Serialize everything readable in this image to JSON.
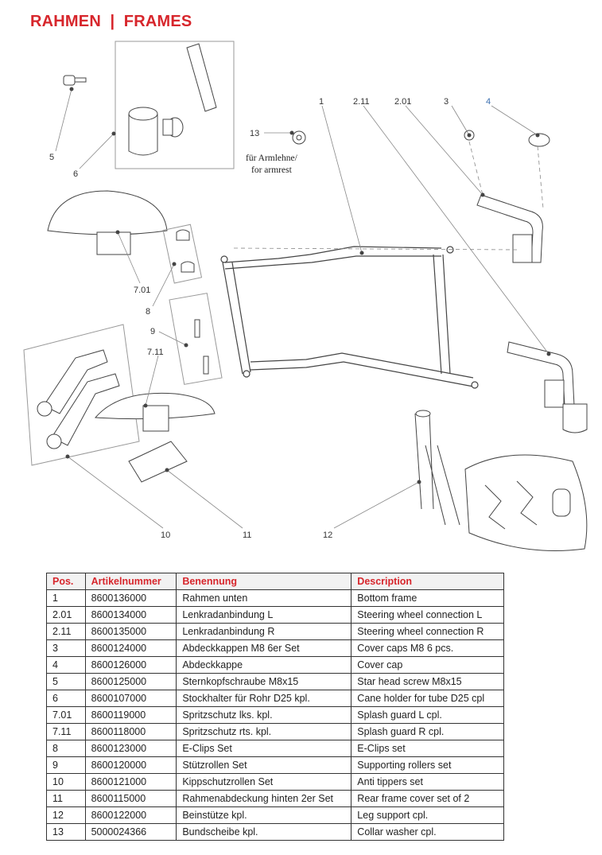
{
  "title": "RAHMEN  |  FRAMES",
  "diagram": {
    "note_lines": [
      "für Armlehne/",
      "for armrest"
    ],
    "callouts": [
      "1",
      "2.11",
      "2.01",
      "3",
      "4",
      "5",
      "6",
      "7.01",
      "7.11",
      "8",
      "9",
      "10",
      "11",
      "12",
      "13"
    ]
  },
  "table": {
    "headers": [
      "Pos.",
      "Artikelnummer",
      "Benennung",
      "Description"
    ],
    "rows": [
      [
        "1",
        "8600136000",
        "Rahmen unten",
        "Bottom frame"
      ],
      [
        "2.01",
        "8600134000",
        "Lenkradanbindung L",
        "Steering wheel connection L"
      ],
      [
        "2.11",
        "8600135000",
        "Lenkradanbindung R",
        "Steering wheel connection R"
      ],
      [
        "3",
        "8600124000",
        "Abdeckkappen M8 6er Set",
        "Cover caps M8 6 pcs."
      ],
      [
        "4",
        "8600126000",
        "Abdeckkappe",
        "Cover cap"
      ],
      [
        "5",
        "8600125000",
        "Sternkopfschraube M8x15",
        "Star head screw M8x15"
      ],
      [
        "6",
        "8600107000",
        "Stockhalter für Rohr D25 kpl.",
        "Cane holder for tube D25 cpl"
      ],
      [
        "7.01",
        "8600119000",
        "Spritzschutz lks. kpl.",
        "Splash guard L cpl."
      ],
      [
        "7.11",
        "8600118000",
        "Spritzschutz rts. kpl.",
        "Splash guard R cpl."
      ],
      [
        "8",
        "8600123000",
        "E-Clips Set",
        "E-Clips set"
      ],
      [
        "9",
        "8600120000",
        "Stützrollen Set",
        "Supporting rollers set"
      ],
      [
        "10",
        "8600121000",
        "Kippschutzrollen Set",
        "Anti tippers set"
      ],
      [
        "11",
        "8600115000",
        "Rahmenabdeckung hinten 2er Set",
        "Rear frame cover set of 2"
      ],
      [
        "12",
        "8600122000",
        "Beinstütze kpl.",
        "Leg support cpl."
      ],
      [
        "13",
        "5000024366",
        "Bundscheibe kpl.",
        "Collar washer cpl."
      ]
    ]
  }
}
